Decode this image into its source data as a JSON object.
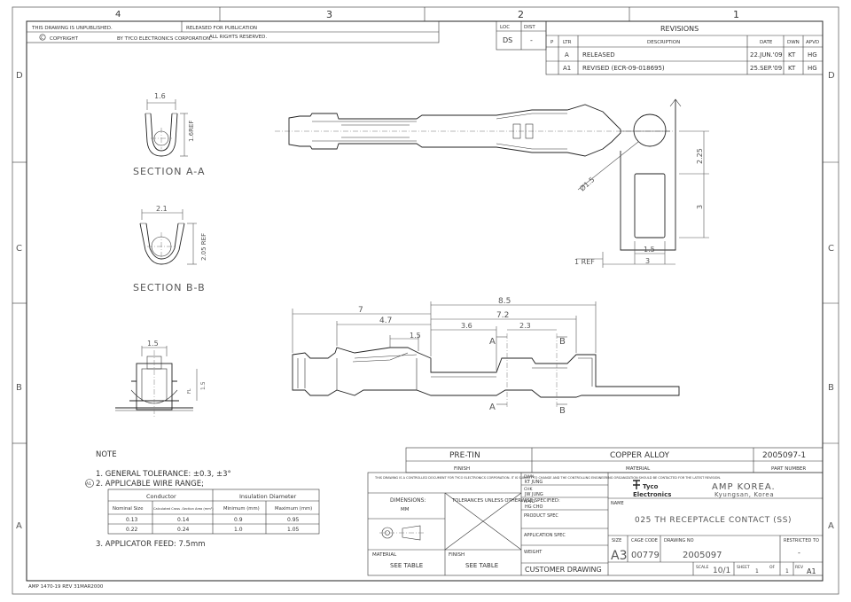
{
  "border": {
    "top_zones": [
      "4",
      "3",
      "2",
      "1"
    ],
    "side_zones": [
      "D",
      "C",
      "B",
      "A"
    ]
  },
  "header": {
    "unpublished": "THIS DRAWING IS UNPUBLISHED.",
    "released": "RELEASED FOR PUBLICATION",
    "copyright": "COPYRIGHT",
    "copyright_by": "BY TYCO ELECTRONICS CORPORATION.",
    "rights": "ALL RIGHTS RESERVED.",
    "loc_label": "LOC",
    "dist_label": "DIST",
    "loc_value": "DS",
    "dist_value": "-"
  },
  "revisions": {
    "title": "REVISIONS",
    "headers": [
      "P",
      "LTR",
      "DESCRIPTION",
      "DATE",
      "DWN",
      "APVD"
    ],
    "rows": [
      {
        "ltr": "A",
        "desc": "RELEASED",
        "date": "22.JUN.'09",
        "dwn": "KT",
        "apvd": "HG"
      },
      {
        "ltr": "A1",
        "desc": "REVISED (ECR-09-018695)",
        "date": "25.SEP.'09",
        "dwn": "KT",
        "apvd": "HG"
      }
    ]
  },
  "sections": {
    "a_label": "SECTION A-A",
    "b_label": "SECTION B-B",
    "a_width": "1.6",
    "a_height": "1.6REF",
    "b_width": "2.1",
    "b_height": "2.05 REF"
  },
  "dims": {
    "top_225": "2.25",
    "top_3v": "3",
    "top_15": "1.5",
    "top_3h": "3",
    "top_dia": "Ø1.5",
    "top_ref": "1 REF",
    "side_85": "8.5",
    "side_7": "7",
    "side_72": "7.2",
    "side_47": "4.7",
    "side_15": "1.5",
    "side_36": "3.6",
    "side_23": "2.3",
    "sec_a": "A",
    "sec_b": "B",
    "end_15": "1.5",
    "end_15v": "1.5",
    "end_fl": "FL"
  },
  "notes": {
    "title": "NOTE",
    "note1": "1. GENERAL TOLERANCE: ±0.3, ±3°",
    "note2_mark": "A1",
    "note2": "2. APPLICABLE WIRE RANGE;",
    "note3": "3. APPLICATOR FEED: 7.5mm"
  },
  "wire_table": {
    "conductor": "Conductor",
    "insulation": "Insulation Diameter",
    "headers": [
      "Nominal Size",
      "Calculated Cross -Section Area (mm²)",
      "Minimum (mm)",
      "Maximum (mm)"
    ],
    "rows": [
      [
        "0.13",
        "0.14",
        "0.9",
        "0.95"
      ],
      [
        "0.22",
        "0.24",
        "1.0",
        "1.05"
      ]
    ]
  },
  "title_block": {
    "finish_value": "PRE-TIN",
    "finish_label": "FINISH",
    "material_value": "COPPER ALLOY",
    "material_label": "MATERIAL",
    "part_number": "2005097-1",
    "part_number_label": "PART NUMBER",
    "legal": "THIS DRAWING IS A CONTROLLED DOCUMENT FOR TYCO ELECTRONICS CORPORATION. IT IS SUBJECT TO CHANGE AND THE CONTROLLING ENGINEERING ORGANIZATION SHOULD BE CONTACTED FOR THE LATEST REVISION.",
    "dimensions_label": "DIMENSIONS:",
    "dimensions_value": "MM",
    "tolerances": "TOLERANCES UNLESS OTHERWISE SPECIFIED:",
    "dwn_label": "DWN",
    "dwn_value": "KT JUNG",
    "chk_label": "CHK",
    "chk_value": "JW JUNG",
    "apvd_label": "APVD",
    "apvd_value": "HG CHO",
    "product_spec": "PRODUCT SPEC",
    "application_spec": "APPLICATION SPEC",
    "weight": "WEIGHT",
    "material_l": "MATERIAL",
    "material_v": "SEE TABLE",
    "finish_l": "FINISH",
    "finish_v": "SEE TABLE",
    "customer_drawing": "CUSTOMER DRAWING",
    "company_logo_1": "Tyco",
    "company_logo_2": "Electronics",
    "company": "AMP KOREA.",
    "location": "Kyungsan, Korea",
    "name_label": "NAME",
    "name_value": "025 TH RECEPTACLE CONTACT (SS)",
    "size_label": "SIZE",
    "size_value": "A3",
    "cage_label": "CAGE CODE",
    "cage_value": "00779",
    "drawing_no_label": "DRAWING NO",
    "drawing_no_value": "2005097",
    "restricted_label": "RESTRICTED TO",
    "restricted_value": "-",
    "scale_label": "SCALE",
    "scale_value": "10/1",
    "sheet_label": "SHEET",
    "sheet_value": "1",
    "of_label": "OF",
    "of_value": "1",
    "rev_label": "REV",
    "rev_value": "A1"
  },
  "footer": {
    "form": "AMP 1470-19 REV 31MAR2000"
  }
}
